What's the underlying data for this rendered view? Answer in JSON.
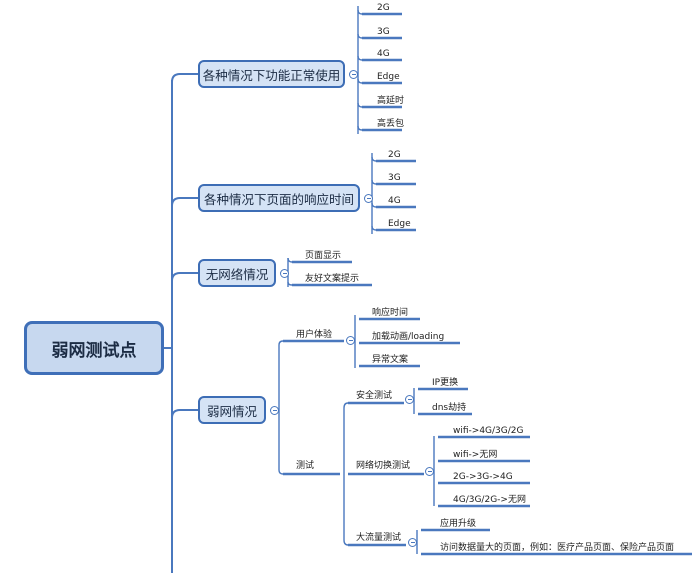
{
  "root": "弱网测试点",
  "topics": [
    {
      "label": "各种情况下功能正常使用",
      "children": [
        "2G",
        "3G",
        "4G",
        "Edge",
        "高延时",
        "高丢包"
      ]
    },
    {
      "label": "各种情况下页面的响应时间",
      "children": [
        "2G",
        "3G",
        "4G",
        "Edge"
      ]
    },
    {
      "label": "无网络情况",
      "children": [
        "页面显示",
        "友好文案提示"
      ]
    },
    {
      "label": "弱网情况",
      "groups": [
        {
          "label": "用户体验",
          "children": [
            "响应时间",
            "加载动画/loading",
            "异常文案"
          ]
        },
        {
          "label": "测试",
          "subgroups": [
            {
              "label": "安全测试",
              "children": [
                "IP更换",
                "dns劫持"
              ]
            },
            {
              "label": "网络切换测试",
              "children": [
                "wifi->4G/3G/2G",
                "wifi->无网",
                "2G->3G->4G",
                "4G/3G/2G->无网"
              ]
            },
            {
              "label": "大流量测试",
              "children": [
                "应用升级",
                "访问数据量大的页面，例如：医疗产品页面、保险产品页面"
              ]
            }
          ]
        }
      ]
    }
  ],
  "colors": {
    "line": "#4a78be",
    "underline": "#4a78be",
    "node_fill": "#d5e3f5",
    "root_fill": "#c7d8ef"
  }
}
